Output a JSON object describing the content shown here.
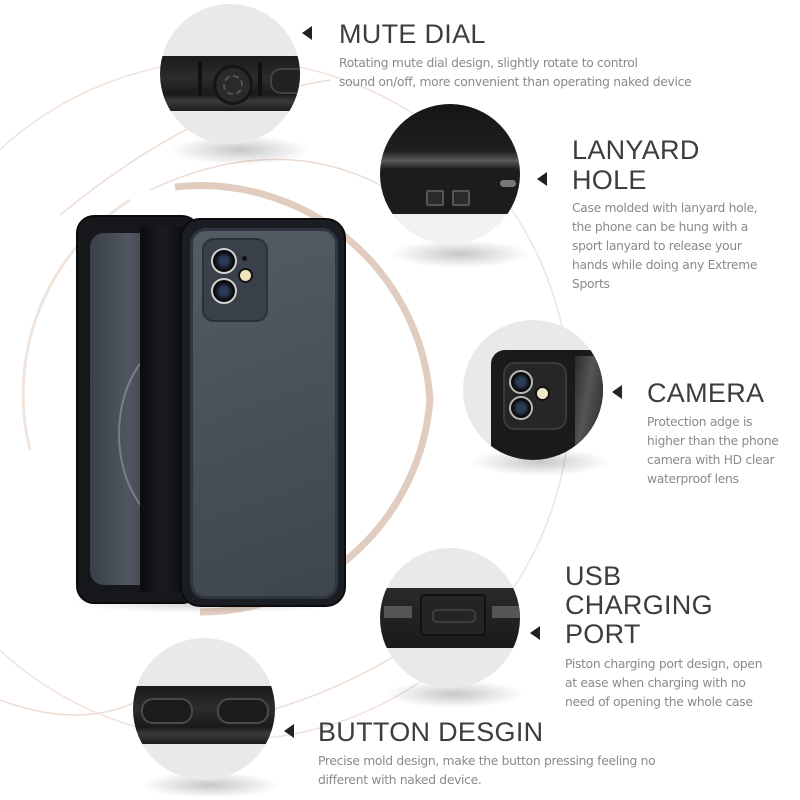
{
  "colors": {
    "title": "#3d3d3d",
    "description": "#8a8a8a",
    "arc": "#dcc4b4",
    "circle_bg": "#e9e9e9",
    "case_black": "#1c1e22",
    "case_back": "#4a4f57"
  },
  "features": [
    {
      "id": "mute-dial",
      "title": "MUTE DIAL",
      "description_lines": [
        "Rotating mute dial design, slightly rotate to control",
        "sound on/off, more convenient than operating naked device"
      ]
    },
    {
      "id": "lanyard-hole",
      "title_lines": [
        "LANYARD",
        "HOLE"
      ],
      "description_lines": [
        "Case molded with lanyard hole,",
        "the phone can be hung with a",
        "sport lanyard to release your",
        "hands while doing any Extreme",
        "Sports"
      ]
    },
    {
      "id": "camera",
      "title": "CAMERA",
      "description_lines": [
        "Protection adge is",
        "higher than the phone",
        "camera with HD clear",
        "waterproof lens"
      ]
    },
    {
      "id": "usb-charging-port",
      "title_lines": [
        "USB",
        "CHARGING",
        "PORT"
      ],
      "description_lines": [
        "Piston charging port design, open",
        "at ease when charging with no",
        "need of opening the whole case"
      ]
    },
    {
      "id": "button-design",
      "title": "BUTTON DESGIN",
      "description_lines": [
        "Precise mold design, make the button pressing feeling no",
        "different with naked device."
      ]
    }
  ],
  "product": {
    "name": "waterproof-phone-case",
    "icon": "phone-case-image"
  }
}
